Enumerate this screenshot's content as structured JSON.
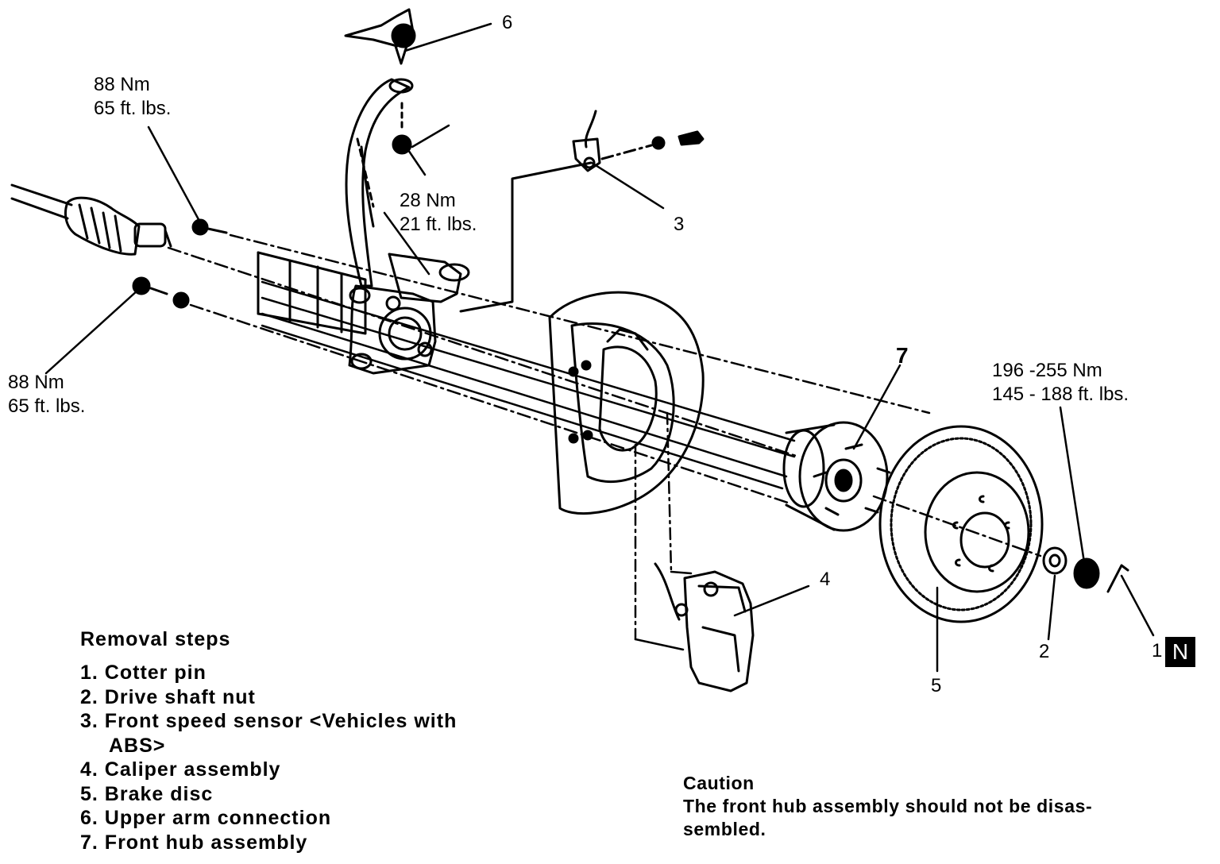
{
  "diagram": {
    "torque_labels": [
      {
        "line1": "88 Nm",
        "line2": "65 ft. lbs."
      },
      {
        "line1": "28 Nm",
        "line2": "21 ft. lbs."
      },
      {
        "line1": "88 Nm",
        "line2": "65 ft. lbs."
      },
      {
        "line1": "196 -255 Nm",
        "line2": "145 - 188 ft. lbs."
      }
    ],
    "callouts": [
      "1",
      "2",
      "3",
      "4",
      "5",
      "6",
      "7"
    ],
    "badge": "N"
  },
  "removal": {
    "title": "Removal steps",
    "steps": [
      "1. Cotter pin",
      "2. Drive shaft nut",
      "3. Front speed sensor <Vehicles with",
      "ABS>",
      "4. Caliper assembly",
      "5. Brake disc",
      "6. Upper arm connection",
      "7. Front hub assembly"
    ]
  },
  "caution": {
    "title": "Caution",
    "line1": "The front hub assembly should not be disas-",
    "line2": "sembled."
  }
}
